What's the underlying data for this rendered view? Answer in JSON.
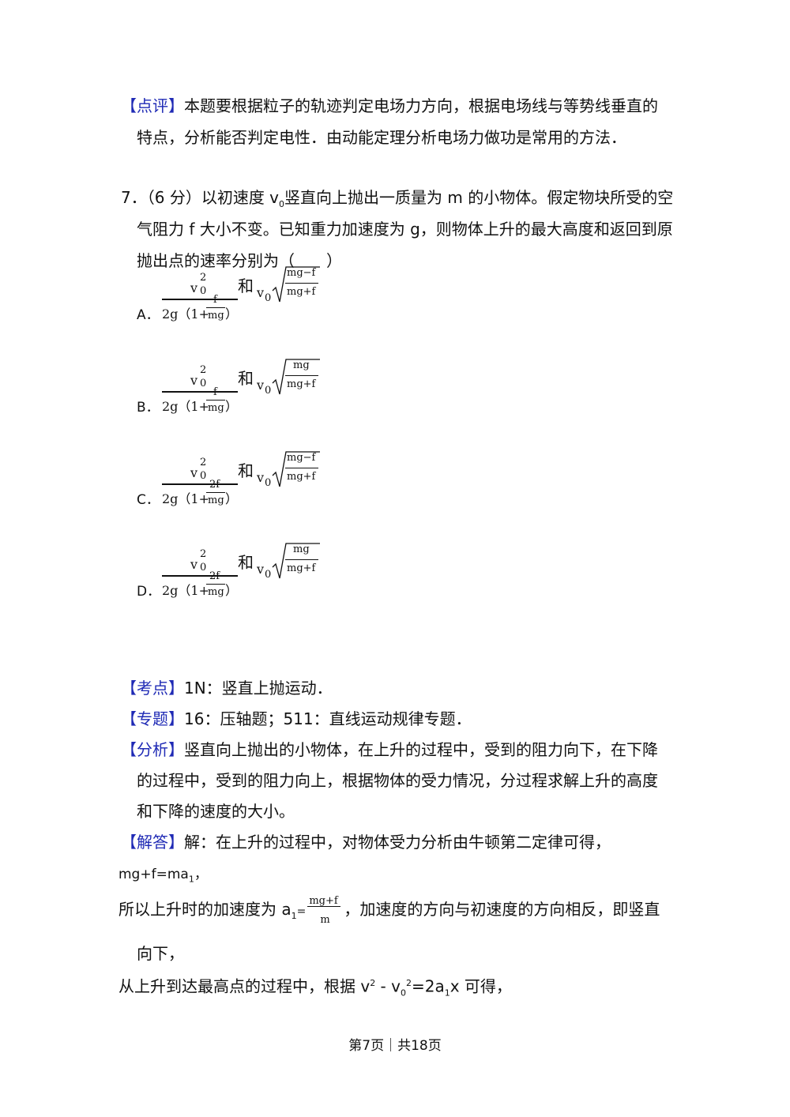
{
  "review": {
    "tag": "【点评】",
    "line1": "本题要根据粒子的轨迹判定电场力方向，根据电场线与等势线垂直的",
    "line2": "特点，分析能否判定电性．由动能定理分析电场力做功是常用的方法．"
  },
  "question": {
    "number": "7．",
    "line1_a": "（6 分）以初速度 v",
    "line1_sub": "0",
    "line1_b": "竖直向上抛出一质量为 m 的小物体。假定物块所受的空",
    "line2": "气阻力 f 大小不变。已知重力加速度为 g，则物体上升的最大高度和返回到原",
    "line3": "抛出点的速率分别为（　　）"
  },
  "options": [
    {
      "letter": "A．",
      "num_v": "v",
      "num_sup": "2",
      "num_sub": "0",
      "den_pre": "2g（1+",
      "den_frac_num": "f",
      "den_frac_den": "mg",
      "den_post": "）",
      "he": "和",
      "v0": "v",
      "v0_sub": "0",
      "root_num": "mg−f",
      "root_den": "mg+f"
    },
    {
      "letter": "B．",
      "num_v": "v",
      "num_sup": "2",
      "num_sub": "0",
      "den_pre": "2g（1+",
      "den_frac_num": "f",
      "den_frac_den": "mg",
      "den_post": "）",
      "he": "和",
      "v0": "v",
      "v0_sub": "0",
      "root_num": "mg",
      "root_den": "mg+f"
    },
    {
      "letter": "C．",
      "num_v": "v",
      "num_sup": "2",
      "num_sub": "0",
      "den_pre": "2g（1+",
      "den_frac_num": "2f",
      "den_frac_den": "mg",
      "den_post": "）",
      "he": "和",
      "v0": "v",
      "v0_sub": "0",
      "root_num": "mg−f",
      "root_den": "mg+f"
    },
    {
      "letter": "D．",
      "num_v": "v",
      "num_sup": "2",
      "num_sub": "0",
      "den_pre": "2g（1+",
      "den_frac_num": "2f",
      "den_frac_den": "mg",
      "den_post": "）",
      "he": "和",
      "v0": "v",
      "v0_sub": "0",
      "root_num": "mg",
      "root_den": "mg+f"
    }
  ],
  "kaodian": {
    "tag": "【考点】",
    "text": "1N：竖直上抛运动．"
  },
  "zhuanti": {
    "tag": "【专题】",
    "text": "16：压轴题；511：直线运动规律专题．"
  },
  "fenxi": {
    "tag": "【分析】",
    "line1": "竖直向上抛出的小物体，在上升的过程中，受到的阻力向下，在下降",
    "line2": "的过程中，受到的阻力向上，根据物体的受力情况，分过程求解上升的高度",
    "line3": "和下降的速度的大小。"
  },
  "jieda": {
    "tag": "【解答】",
    "line1": "解：在上升的过程中，对物体受力分析由牛顿第二定律可得，",
    "eq1_a": "mg+f=ma",
    "eq1_sub": "1",
    "eq1_b": "，",
    "line3_a": "所以上升时的加速度为 a",
    "line3_sub": "1",
    "line3_eq": "=",
    "line3_frac_num": "mg+f",
    "line3_frac_den": "m",
    "line3_b": "，加速度的方向与初速度的方向相反，即竖直",
    "line4": "向下，",
    "line5_a": "从上升到达最高点的过程中，根据 v",
    "line5_sup1": "2",
    "line5_mid": " - v",
    "line5_sub": "0",
    "line5_sup2": "2",
    "line5_eq": "=2a",
    "line5_sub2": "1",
    "line5_b": "x 可得，"
  },
  "footer": {
    "text": "第7页｜共18页"
  }
}
